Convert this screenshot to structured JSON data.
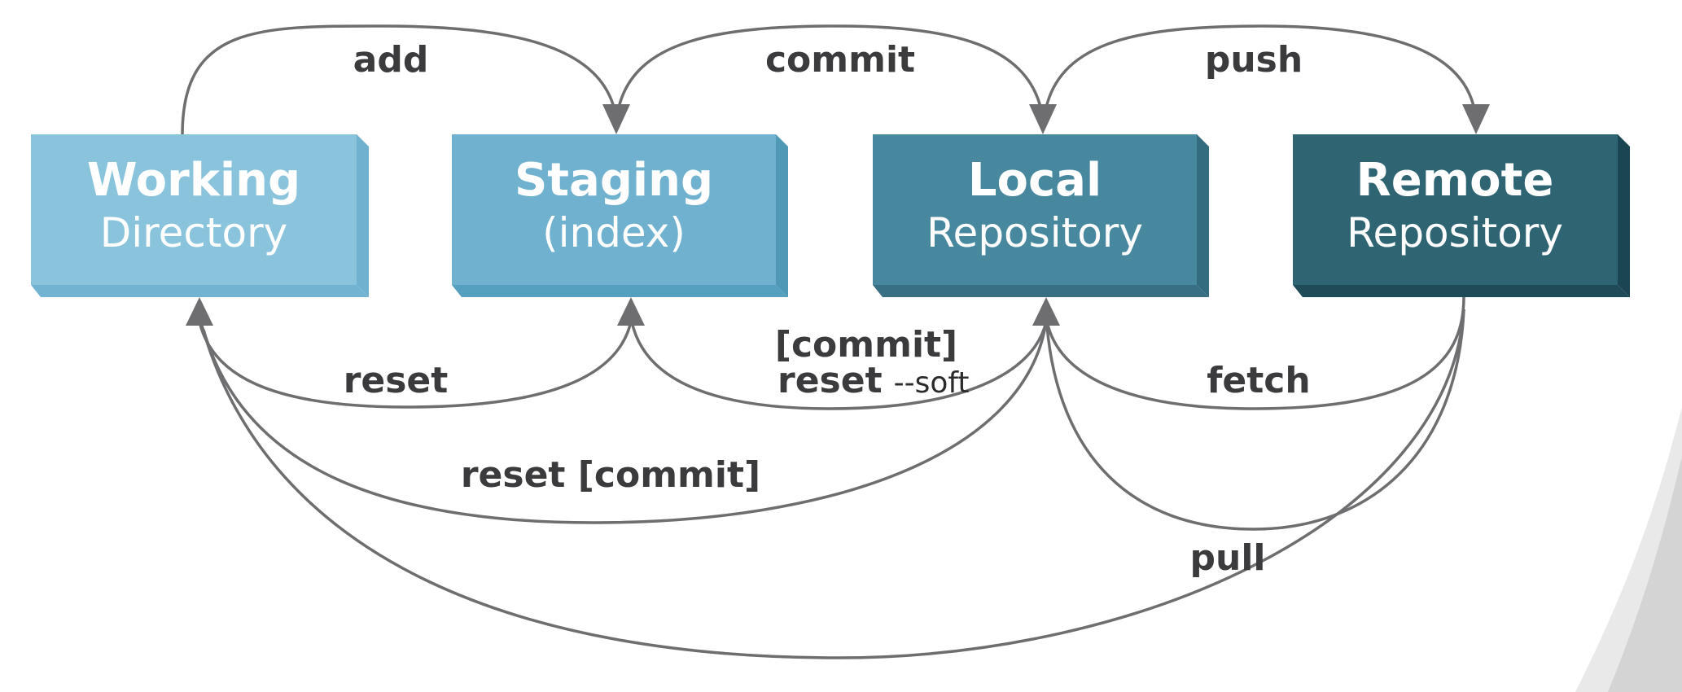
{
  "stages": {
    "working": {
      "title": "Working",
      "subtitle": "Directory",
      "color": "#8ac3dc",
      "side": "#6fb1cf",
      "bottom": "#72b3d1"
    },
    "staging": {
      "title": "Staging",
      "subtitle": "(index)",
      "color": "#6fb1cf",
      "side": "#4f98b6",
      "bottom": "#55a0bf"
    },
    "local": {
      "title": "Local",
      "subtitle": "Repository",
      "color": "#47889f",
      "side": "#336b7f",
      "bottom": "#386f84"
    },
    "remote": {
      "title": "Remote",
      "subtitle": "Repository",
      "color": "#2f6473",
      "side": "#1b4553",
      "bottom": "#1f4a57"
    }
  },
  "commands": {
    "add": "add",
    "commit": "commit",
    "push": "push",
    "reset": "reset",
    "commit_reset_soft_line1": "[commit]",
    "commit_reset_soft_line2_bold": "reset",
    "commit_reset_soft_line2_flag": "--soft",
    "fetch": "fetch",
    "reset_commit": "reset [commit]",
    "pull": "pull"
  },
  "colors": {
    "arrow": "#6e6e70",
    "label": "#3b3b3d"
  }
}
